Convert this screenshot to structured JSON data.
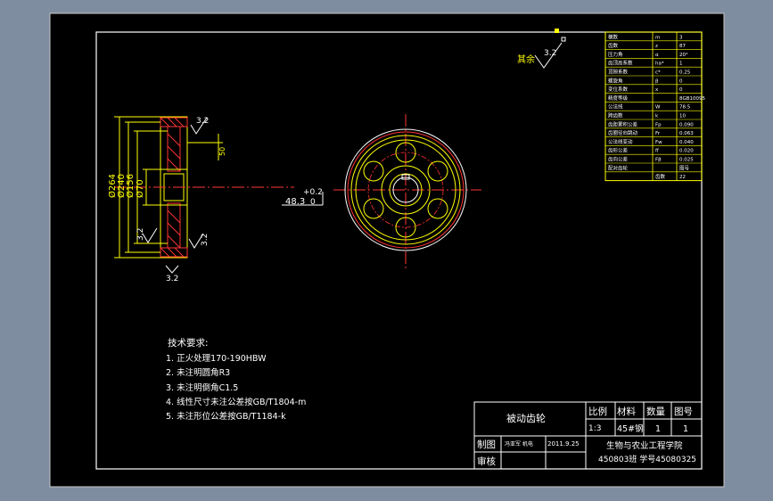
{
  "drawing": {
    "title_block": {
      "part_name": "被动齿轮",
      "col_ratio": "比例",
      "col_material": "材料",
      "col_quantity": "数量",
      "col_drawing_no": "图号",
      "ratio": "1:3",
      "material": "45#钢",
      "quantity": "1",
      "drawing_no": "1",
      "drawn_by_label": "制图",
      "drawn_by": "冯亚军 机电",
      "date": "2011.9.25",
      "checked_by_label": "审核",
      "school": "生物与农业工程学院",
      "class_id": "450803班 学号45080325"
    },
    "tech_requirements": {
      "title": "技术要求:",
      "items": [
        "1.  正火处理170-190HBW",
        "2.  未注明圆角R3",
        "3.  未注明倒角C1.5",
        "4.  线性尺寸未注公差按GB/T1804-m",
        "5.  未注形位公差按GB/T1184-k"
      ]
    },
    "surface_note": {
      "label": "其余",
      "value": "3.2"
    },
    "dims": {
      "d1": "Ø264",
      "d2": "Ø240",
      "d3": "Ø156",
      "d4": "Ø70",
      "width": "50",
      "rough_top": "3.2",
      "rough_left": "3.2",
      "rough_right": "3.2",
      "rough_bottom": "3.2",
      "keyway": "48.3",
      "tol_upper": "+0.2",
      "tol_lower": "0"
    },
    "param_table": {
      "rows": [
        [
          "模数",
          "m",
          "3"
        ],
        [
          "齿数",
          "z",
          "87"
        ],
        [
          "压力角",
          "α",
          "20°"
        ],
        [
          "齿顶高系数",
          "ha*",
          "1"
        ],
        [
          "顶隙系数",
          "c*",
          "0.25"
        ],
        [
          "螺旋角",
          "β",
          "0"
        ],
        [
          "变位系数",
          "x",
          "0"
        ],
        [
          "精度等级",
          "",
          "8GB10095"
        ],
        [
          "公法线",
          "W",
          "78.5"
        ],
        [
          "跨齿数",
          "k",
          "10"
        ],
        [
          "齿距累积公差",
          "Fp",
          "0.090"
        ],
        [
          "齿圈径向跳动",
          "Fr",
          "0.063"
        ],
        [
          "公法线变动",
          "Fw",
          "0.040"
        ],
        [
          "齿形公差",
          "ff",
          "0.020"
        ],
        [
          "齿向公差",
          "Fβ",
          "0.025"
        ],
        [
          "配对齿轮",
          "",
          "图号"
        ],
        [
          "",
          "齿数",
          "22"
        ]
      ]
    },
    "colors": {
      "paper": "#000000",
      "frame_line": "#ffffff",
      "yellow": "#ffff00",
      "red": "#ff3333",
      "cyan": "#00ffff",
      "gray_bg": "#7f8da0"
    }
  }
}
